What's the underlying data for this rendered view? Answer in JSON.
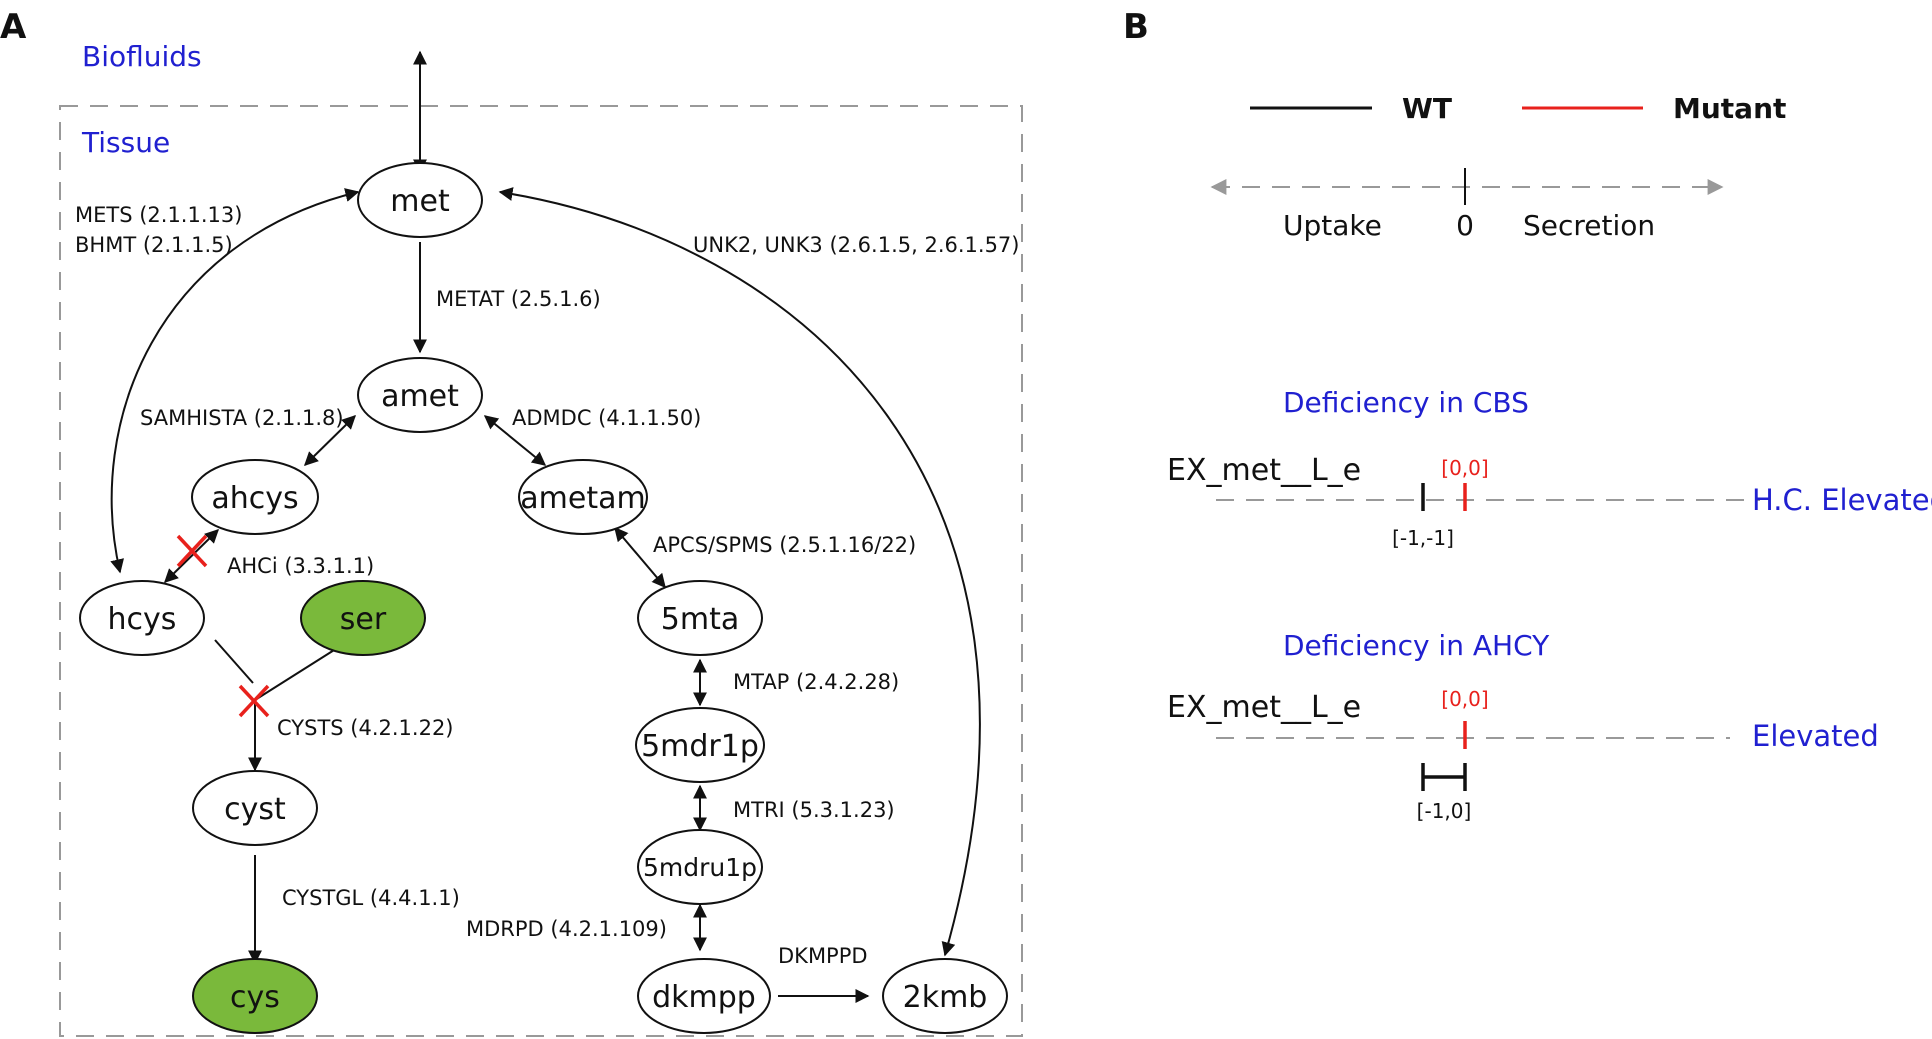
{
  "panelA": {
    "label": "A",
    "biofluids": "Biofluids",
    "tissue": "Tissue",
    "nodes": {
      "met": "met",
      "amet": "amet",
      "ahcys": "ahcys",
      "ametam": "ametam",
      "hcys": "hcys",
      "ser": "ser",
      "mta": "5mta",
      "mdr1p": "5mdr1p",
      "cyst": "cyst",
      "mdru1p": "5mdru1p",
      "cys": "cys",
      "dkmpp": "dkmpp",
      "kmb": "2kmb"
    },
    "reactions": {
      "mets": "METS (2.1.1.13)",
      "bhmt": "BHMT (2.1.1.5)",
      "unk": "UNK2, UNK3 (2.6.1.5, 2.6.1.57)",
      "metat": "METAT (2.5.1.6)",
      "samhista": "SAMHISTA (2.1.1.8)",
      "admdc": "ADMDC (4.1.1.50)",
      "apcs": "APCS/SPMS (2.5.1.16/22)",
      "ahci": "AHCi (3.3.1.1)",
      "mtap": "MTAP (2.4.2.28)",
      "cysts": "CYSTS (4.2.1.22)",
      "mtri": "MTRI (5.3.1.23)",
      "cystgl": "CYSTGL (4.4.1.1)",
      "mdrpd": "MDRPD (4.2.1.109)",
      "dkmppd": "DKMPPD"
    },
    "colors": {
      "highlight_node": "#7ab93b",
      "knockout": "#e8211c",
      "compartment": "#2020d0"
    }
  },
  "panelB": {
    "label": "B",
    "legend": {
      "wt": "WT",
      "mutant": "Mutant"
    },
    "axis": {
      "uptake": "Uptake",
      "zero": "0",
      "secretion": "Secretion"
    },
    "cases": [
      {
        "title": "Deficiency in CBS",
        "reaction": "EX_met__L_e",
        "mutant_range": "[0,0]",
        "wt_range": "[-1,-1]",
        "mutant_interval": [
          0,
          0
        ],
        "wt_interval": [
          -1,
          -1
        ],
        "outcome": "H.C. Elevated"
      },
      {
        "title": "Deficiency in AHCY",
        "reaction": "EX_met__L_e",
        "mutant_range": "[0,0]",
        "wt_range": "[-1,0]",
        "mutant_interval": [
          0,
          0
        ],
        "wt_interval": [
          -1,
          0
        ],
        "outcome": "Elevated"
      }
    ],
    "colors": {
      "wt": "#111111",
      "mutant": "#e8211c",
      "title": "#2020d0",
      "axis": "#999999"
    }
  }
}
